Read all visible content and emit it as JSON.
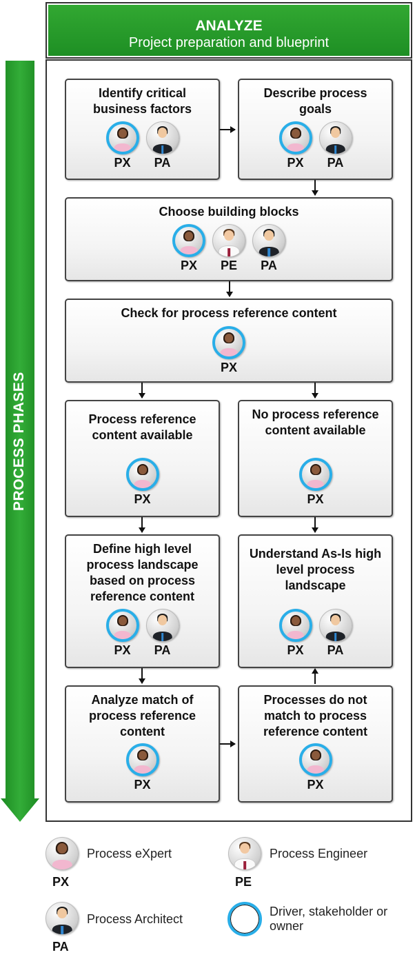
{
  "header": {
    "title": "ANALYZE",
    "subtitle": "Project preparation and blueprint"
  },
  "phase_label": "PROCESS PHASES",
  "colors": {
    "green": "#2a9d2e",
    "driver_ring": "#29aee8",
    "border": "#444444"
  },
  "boxes": [
    {
      "title": "Identify critical business factors",
      "roles": [
        "PX",
        "PA"
      ],
      "driver": "PX"
    },
    {
      "title": "Describe process goals",
      "roles": [
        "PX",
        "PA"
      ],
      "driver": "PX"
    },
    {
      "title": "Choose building blocks",
      "roles": [
        "PX",
        "PE",
        "PA"
      ],
      "driver": "PX"
    },
    {
      "title": "Check for process reference content",
      "roles": [
        "PX"
      ],
      "driver": "PX"
    },
    {
      "title": "Process reference content available",
      "roles": [
        "PX"
      ],
      "driver": "PX"
    },
    {
      "title": "No process reference content available",
      "roles": [
        "PX"
      ],
      "driver": "PX"
    },
    {
      "title": "Define high level process landscape based on process reference content",
      "roles": [
        "PX",
        "PA"
      ],
      "driver": "PX"
    },
    {
      "title": "Understand As-Is high level process landscape",
      "roles": [
        "PX",
        "PA"
      ],
      "driver": "PX"
    },
    {
      "title": "Analyze match of process reference content",
      "roles": [
        "PX"
      ],
      "driver": "PX"
    },
    {
      "title": "Processes do not match to process reference content",
      "roles": [
        "PX"
      ],
      "driver": "PX"
    }
  ],
  "legend": {
    "px": {
      "code": "PX",
      "label": "Process eXpert",
      "icon": "process-expert-icon"
    },
    "pe": {
      "code": "PE",
      "label": "Process Engineer",
      "icon": "process-engineer-icon"
    },
    "pa": {
      "code": "PA",
      "label": "Process Architect",
      "icon": "process-architect-icon"
    },
    "driver": {
      "label": "Driver, stakeholder or owner",
      "icon": "driver-ring-icon"
    }
  }
}
